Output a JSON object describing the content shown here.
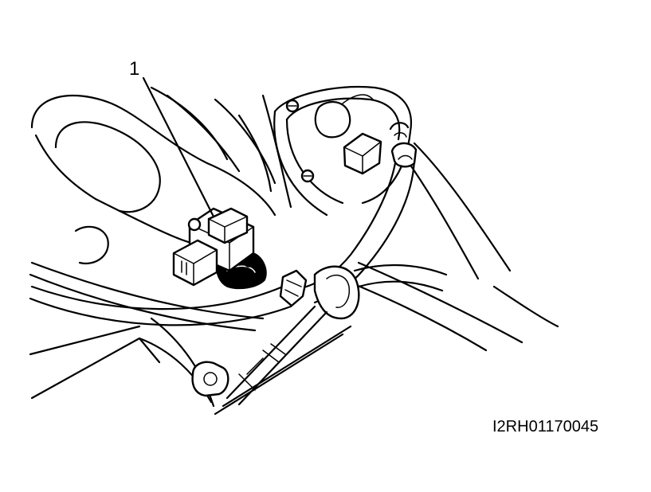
{
  "figure": {
    "callouts": [
      {
        "id": "1",
        "text": "1"
      }
    ],
    "drawing_code": "I2RH01170045"
  },
  "colors": {
    "line": "#000000",
    "background": "#ffffff"
  }
}
